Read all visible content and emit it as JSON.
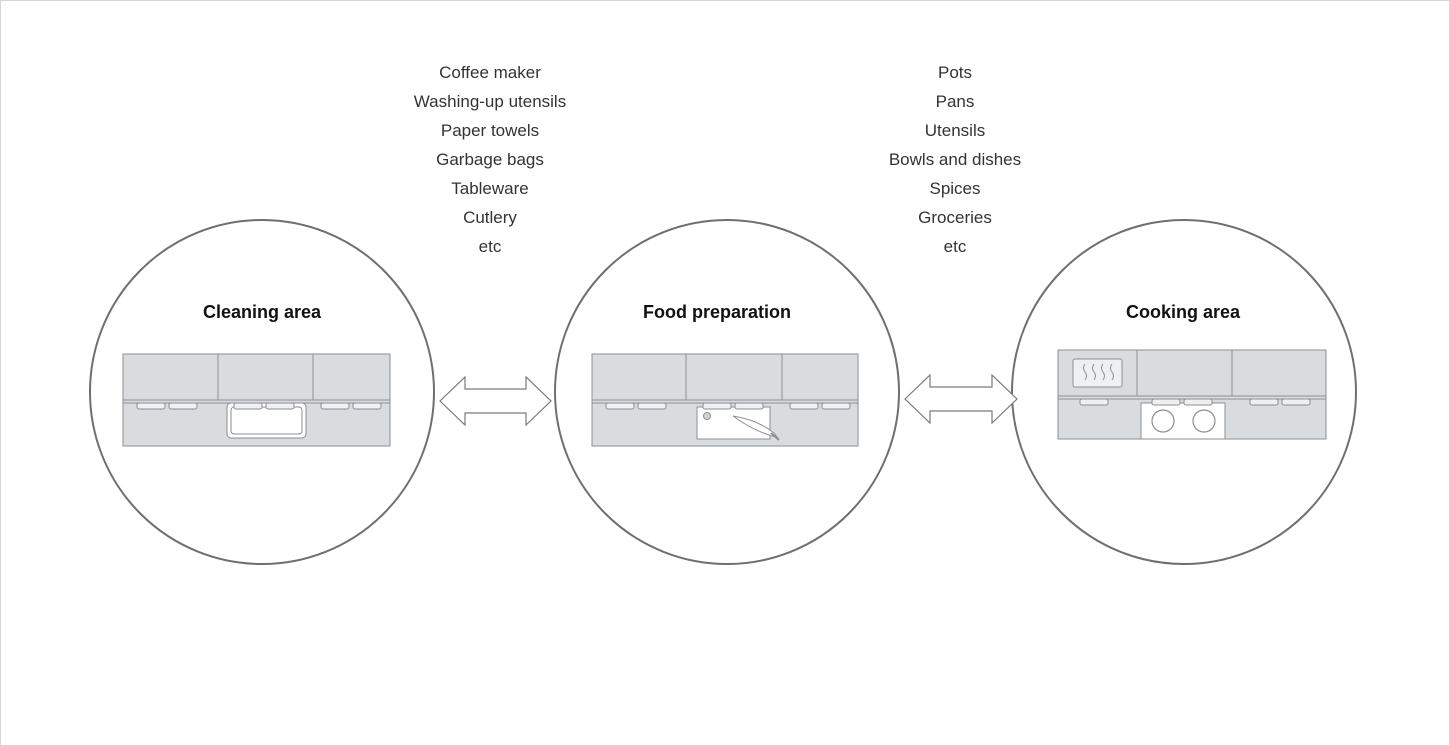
{
  "left_list": {
    "items": [
      "Coffee maker",
      "Washing-up utensils",
      "Paper towels",
      "Garbage bags",
      "Tableware",
      "Cutlery",
      "etc"
    ]
  },
  "right_list": {
    "items": [
      "Pots",
      "Pans",
      "Utensils",
      "Bowls and dishes",
      "Spices",
      "Groceries",
      "etc"
    ]
  },
  "zones": {
    "cleaning": {
      "title": "Cleaning area",
      "fixture": "sink-icon"
    },
    "food": {
      "title": "Food preparation",
      "fixture": "cutting-board-knife-icon"
    },
    "cooking": {
      "title": "Cooking area",
      "fixture": "stove-icon"
    }
  },
  "connectors": [
    "double-arrow-icon",
    "double-arrow-icon"
  ],
  "colors": {
    "circle_stroke": "#6f6f6f",
    "cabinet_fill": "#d9dcdf",
    "cabinet_stroke": "#8a8f94",
    "text": "#333333"
  }
}
